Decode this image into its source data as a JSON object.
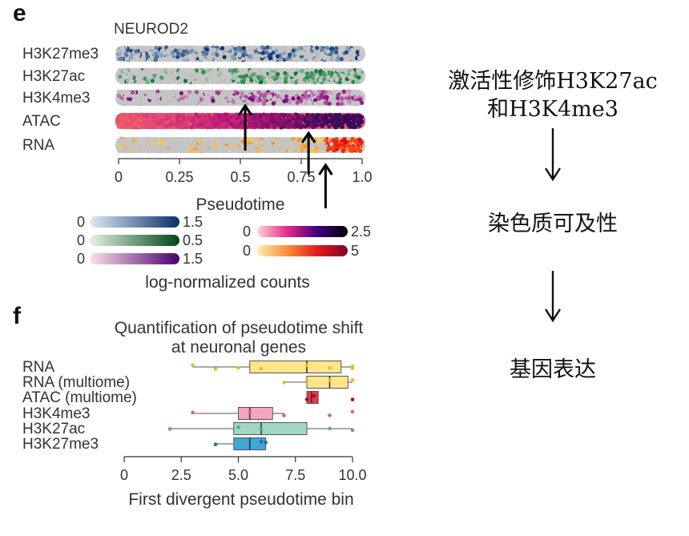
{
  "panel_e": {
    "letter": "e",
    "gene": "NEUROD2",
    "xlabel": "Pseudotime",
    "x_ticks": [
      "0",
      "0.25",
      "0.5",
      "0.75",
      "1.0"
    ],
    "legend_title": "log-normalized counts",
    "chart_data": {
      "type": "scatter",
      "xlim": [
        0,
        1
      ],
      "tracks": [
        {
          "name": "H3K27me3",
          "max": 1.5,
          "colors": [
            "#cfe2f0",
            "#08306b"
          ],
          "signal_start": 0.0
        },
        {
          "name": "H3K27ac",
          "max": 0.5,
          "colors": [
            "#d4ecd0",
            "#006d2c"
          ],
          "signal_start": 0.45
        },
        {
          "name": "H3K4me3",
          "max": 1.5,
          "colors": [
            "#fbd3e3",
            "#7a0177"
          ],
          "signal_start": 0.5
        },
        {
          "name": "ATAC",
          "max": 2.5,
          "colors": [
            "#f6b9b9",
            "#2d0a4e"
          ],
          "signal_start": 0.0
        },
        {
          "name": "RNA",
          "max": 5,
          "colors": [
            "#ffe08a",
            "#d7000f"
          ],
          "signal_start": 0.8
        }
      ],
      "arrows_at_pseudotime": [
        0.52,
        0.78,
        0.85
      ],
      "legend": [
        {
          "min": "0",
          "max": "1.5",
          "colors": [
            "#dfe9f2",
            "#08306b"
          ]
        },
        {
          "min": "0",
          "max": "0.5",
          "colors": [
            "#e6f3e1",
            "#00441b"
          ]
        },
        {
          "min": "0",
          "max": "1.5",
          "colors": [
            "#fde0ec",
            "#49006a"
          ]
        },
        {
          "min": "0",
          "max": "2.5",
          "colors": [
            "#fcd5d0",
            "#e7298a",
            "#3f007d",
            "#000000"
          ]
        },
        {
          "min": "0",
          "max": "5",
          "colors": [
            "#ffedb0",
            "#fd8d3c",
            "#e31a1c",
            "#800026"
          ]
        }
      ]
    }
  },
  "panel_f": {
    "letter": "f",
    "title_line1": "Quantification of pseudotime shift",
    "title_line2": "at neuronal genes",
    "xlabel": "First divergent pseudotime bin",
    "x_ticks": [
      "0",
      "2.5",
      "5.0",
      "7.5",
      "10.0"
    ],
    "chart_data": {
      "type": "box",
      "xlim": [
        0,
        10
      ],
      "categories": [
        "RNA",
        "RNA (multiome)",
        "ATAC (multiome)",
        "H3K4me3",
        "H3K27ac",
        "H3K27me3"
      ],
      "boxes": [
        {
          "name": "RNA",
          "whisker_low": 3,
          "q1": 5.5,
          "median": 8,
          "q3": 9.5,
          "whisker_high": 10,
          "points": [
            3,
            4,
            5,
            6,
            8,
            9,
            10,
            10
          ],
          "fill": "#fde58a",
          "stroke": "#e3c02b"
        },
        {
          "name": "RNA (multiome)",
          "whisker_low": 7,
          "q1": 8,
          "median": 9,
          "q3": 9.8,
          "whisker_high": 10,
          "points": [
            7,
            8,
            9,
            10,
            10
          ],
          "fill": "#fde58a",
          "stroke": "#e3c02b"
        },
        {
          "name": "ATAC (multiome)",
          "whisker_low": 8,
          "q1": 8,
          "median": 8.2,
          "q3": 8.5,
          "whisker_high": 8.5,
          "points": [
            8,
            8.3,
            10
          ],
          "fill": "#e8344e",
          "stroke": "#b3001b"
        },
        {
          "name": "H3K4me3",
          "whisker_low": 3,
          "q1": 5,
          "median": 5.5,
          "q3": 6.5,
          "whisker_high": 7,
          "points": [
            3,
            5.5,
            7,
            9,
            10
          ],
          "fill": "#f4a6c1",
          "stroke": "#d4608a"
        },
        {
          "name": "H3K27ac",
          "whisker_low": 2,
          "q1": 4.8,
          "median": 6,
          "q3": 8,
          "whisker_high": 10,
          "points": [
            2,
            5,
            6,
            9,
            10
          ],
          "fill": "#a3d6c2",
          "stroke": "#5aa88a"
        },
        {
          "name": "H3K27me3",
          "whisker_low": 4,
          "q1": 4.8,
          "median": 5.5,
          "q3": 6.2,
          "whisker_high": 6.2,
          "points": [
            4,
            6,
            6.2
          ],
          "fill": "#3fa6d9",
          "stroke": "#1f6fa0"
        }
      ]
    }
  },
  "flow": {
    "step1_line1": "激活性修饰H3K27ac",
    "step1_line2": "和H3K4me3",
    "step2": "染色质可及性",
    "step3": "基因表达"
  }
}
